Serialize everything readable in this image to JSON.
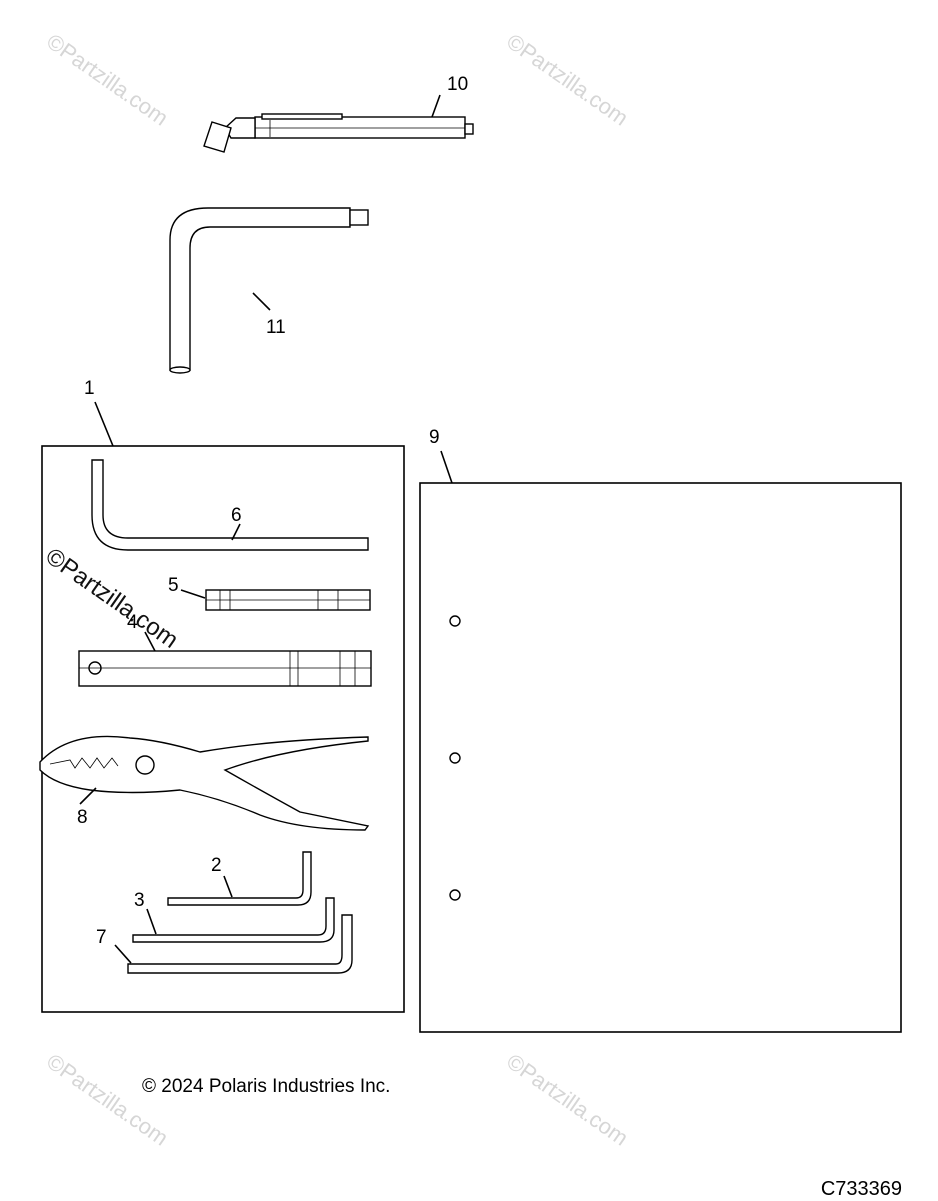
{
  "callouts": {
    "c1": "1",
    "c2": "2",
    "c3": "3",
    "c4": "4",
    "c5": "5",
    "c6": "6",
    "c7": "7",
    "c8": "8",
    "c9": "9",
    "c10": "10",
    "c11": "11"
  },
  "watermark": {
    "small": "©Partzilla.com",
    "large": "©Partzilla.com"
  },
  "footer": {
    "copyright": "© 2024 Polaris Industries Inc.",
    "figure_id": "C733369"
  }
}
